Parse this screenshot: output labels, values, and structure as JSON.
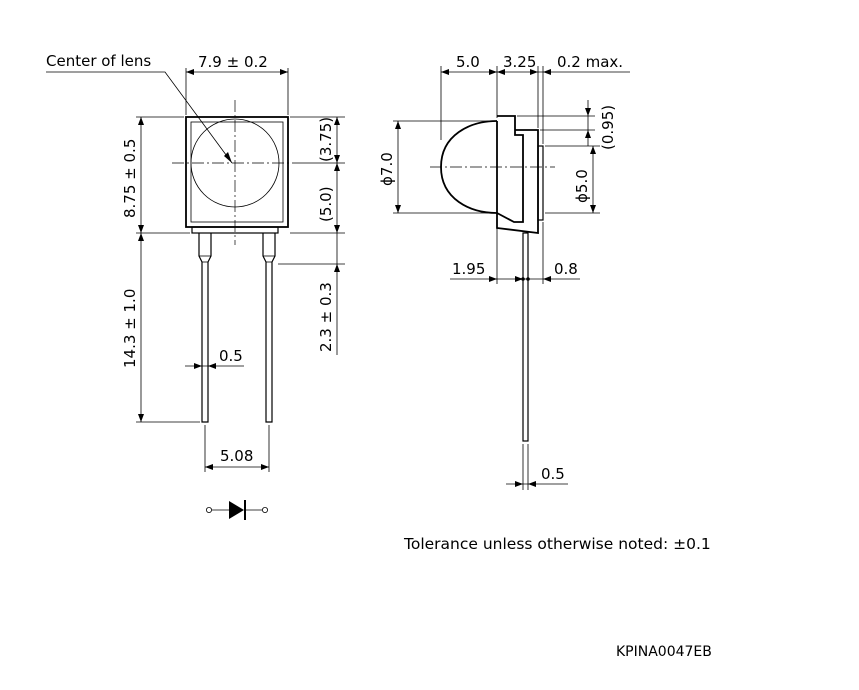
{
  "labels": {
    "center_of_lens": "Center of lens",
    "width": "7.9 ± 0.2",
    "dim_3_75": "(3.75)",
    "dim_5_0_paren": "(5.0)",
    "height": "8.75 ± 0.5",
    "lead_length": "14.3 ± 1.0",
    "dim_2_3": "2.3 ± 0.3",
    "lead_width": "0.5",
    "pitch": "5.08",
    "side_5_0": "5.0",
    "side_3_25": "3.25",
    "side_0_2max": "0.2 max.",
    "dim_0_95": "(0.95)",
    "phi_7_0": "ϕ7.0",
    "phi_5_0": "ϕ5.0",
    "dim_1_95": "1.95",
    "dim_0_8": "0.8",
    "side_lead_width": "0.5"
  },
  "tolerance_note": "Tolerance unless otherwise noted: ±0.1",
  "part_code": "KPINA0047EB",
  "diode_symbol": "diode-symbol"
}
